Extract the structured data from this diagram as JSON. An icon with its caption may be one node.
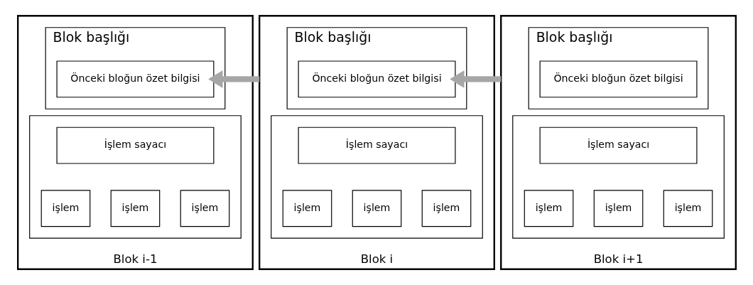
{
  "diagram": {
    "nodes": [
      {
        "text": [],
        "shape": "box",
        "beside": [
          "Blok i-1"
        ]
      },
      {
        "text": [
          "Blok başlığı"
        ],
        "in": 0
      },
      {
        "text": [
          "Önceki bloğun özet bilgisi"
        ],
        "in": 1
      },
      {
        "text": [],
        "shape": "box",
        "in": 0
      },
      {
        "text": [
          "İşlem sayacı"
        ],
        "in": 3
      },
      {
        "text": [
          "işlem"
        ],
        "in": 3
      },
      {
        "text": [
          "işlem"
        ],
        "in": 3
      },
      {
        "text": [
          "işlem"
        ],
        "in": 3
      },
      {
        "text": [],
        "shape": "box",
        "beside": [
          "Blok i"
        ]
      },
      {
        "text": [
          "Blok başlığı"
        ],
        "in": 8
      },
      {
        "text": [
          "Önceki bloğun özet bilgisi"
        ],
        "in": 9
      },
      {
        "text": [],
        "shape": "box",
        "in": 8
      },
      {
        "text": [
          "İşlem sayacı"
        ],
        "in": 11
      },
      {
        "text": [
          "işlem"
        ],
        "in": 11
      },
      {
        "text": [
          "işlem"
        ],
        "in": 11
      },
      {
        "text": [
          "işlem"
        ],
        "in": 11
      },
      {
        "text": [],
        "shape": "box",
        "beside": [
          "Blok i+1"
        ]
      },
      {
        "text": [
          "Blok başlığı"
        ],
        "in": 16
      },
      {
        "text": [
          "Önceki bloğun özet bilgisi"
        ],
        "in": 17
      },
      {
        "text": [],
        "shape": "box",
        "in": 16
      },
      {
        "text": [
          "İşlem sayacı"
        ],
        "in": 19
      },
      {
        "text": [
          "işlem"
        ],
        "in": 19
      },
      {
        "text": [
          "işlem"
        ],
        "in": 19
      },
      {
        "text": [
          "işlem"
        ],
        "in": 19
      }
    ],
    "edges": [
      {
        "from": 8,
        "to": 2,
        "arrow": "to"
      },
      {
        "from": 16,
        "to": 10,
        "arrow": "to"
      }
    ]
  }
}
